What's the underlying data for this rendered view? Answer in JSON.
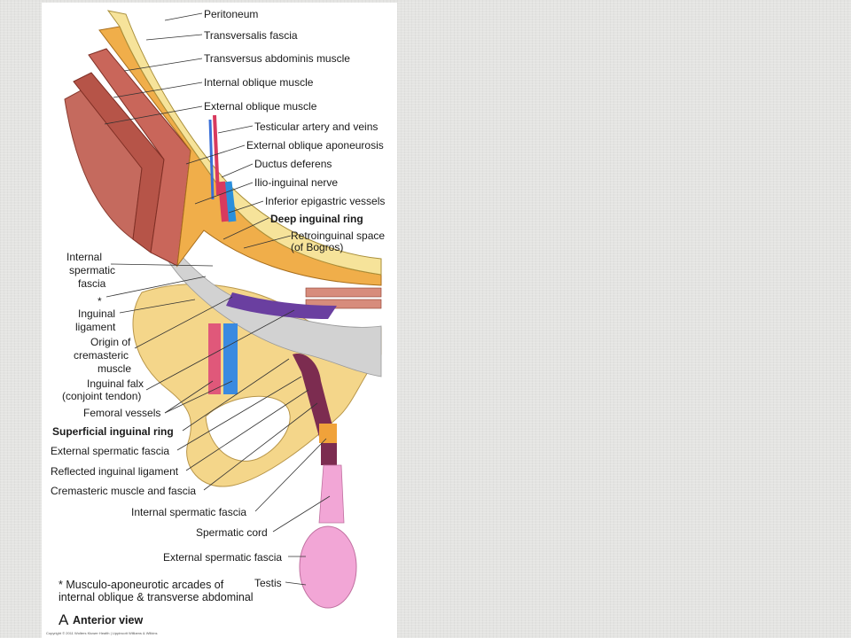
{
  "figure": {
    "letter": "A",
    "view": "Anterior view",
    "footnote_line1": "* Musculo-aponeurotic arcades of",
    "footnote_line2": "internal oblique & transverse abdominal",
    "copyright": "Copyright © 2011 Wolters Kluwer Health | Lippincott Williams & Wilkins"
  },
  "labels_right": [
    "Peritoneum",
    "Transversalis fascia",
    "Transversus abdominis muscle",
    "Internal oblique muscle",
    "External oblique muscle",
    "Testicular artery and veins",
    "External oblique aponeurosis",
    "Ductus deferens",
    "Ilio-inguinal nerve",
    "Inferior epigastric vessels",
    "Deep inguinal ring",
    "Retroinguinal space",
    "(of Bogros)"
  ],
  "labels_left": [
    "Internal",
    "spermatic",
    "fascia",
    "*",
    "Inguinal",
    "ligament",
    "Origin of",
    "cremasteric",
    "muscle",
    "Inguinal falx",
    "(conjoint tendon)",
    "Femoral vessels",
    "Superficial inguinal ring",
    "External spermatic fascia",
    "Reflected inguinal ligament",
    "Cremasteric muscle and fascia",
    "Internal spermatic fascia",
    "Spermatic cord",
    "External spermatic fascia",
    "Testis"
  ]
}
